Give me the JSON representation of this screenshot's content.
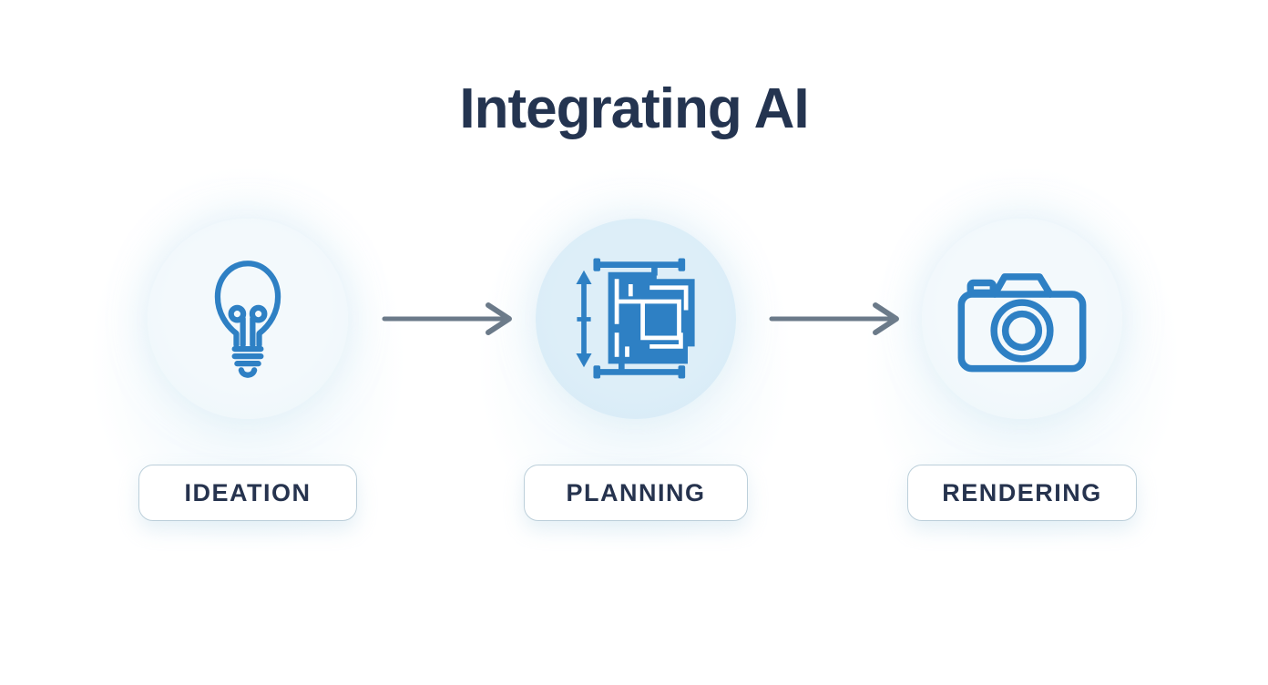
{
  "title": "Integrating AI",
  "stages": [
    {
      "id": "ideation",
      "label": "IDEATION",
      "icon": "lightbulb-icon"
    },
    {
      "id": "planning",
      "label": "PLANNING",
      "icon": "blueprint-icon"
    },
    {
      "id": "rendering",
      "label": "RENDERING",
      "icon": "camera-icon"
    }
  ],
  "connectors": [
    {
      "type": "arrow-right"
    },
    {
      "type": "arrow-right"
    }
  ],
  "colors": {
    "background": "#ffffff",
    "icon_blue": "#2e80c4",
    "title_navy": "#243450",
    "label_navy": "#26334e",
    "arrow_gray": "#6b7a89",
    "circle_light": "#eef6fa",
    "circle_mid": "#d9ecf7",
    "label_border": "#bccfda"
  }
}
